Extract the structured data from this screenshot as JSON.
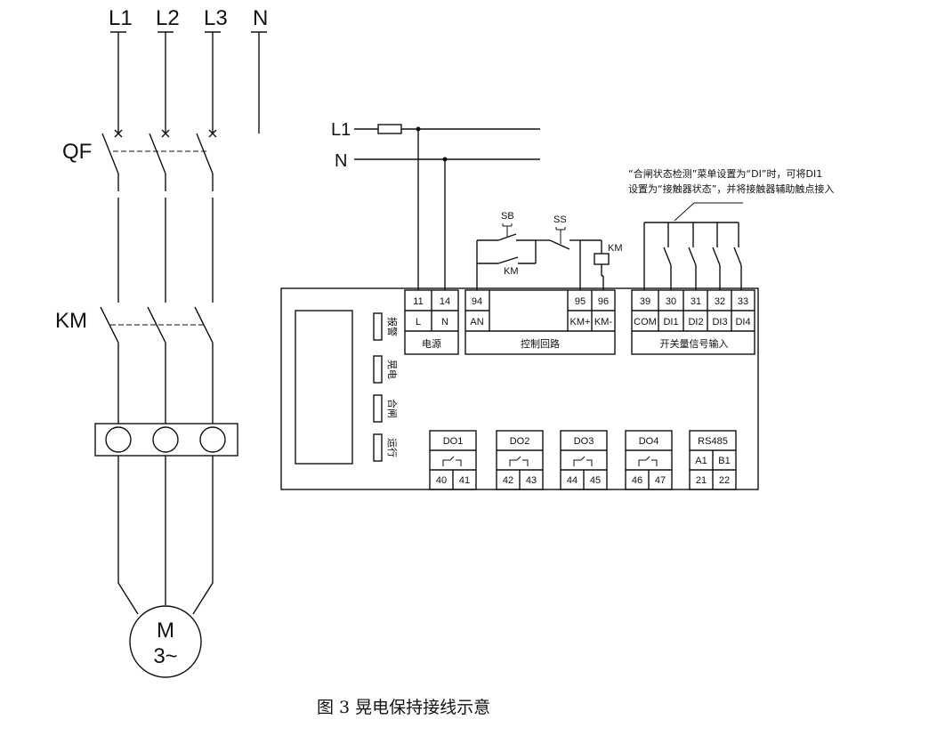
{
  "lines": {
    "l1": "L1",
    "l2": "L2",
    "l3": "L3",
    "n": "N"
  },
  "left": {
    "qf": "QF",
    "km": "KM",
    "motor_m": "M",
    "motor_phase": "3~"
  },
  "supply": {
    "l1": "L1",
    "n": "N"
  },
  "control": {
    "sb": "SB",
    "ss": "SS",
    "km_contact": "KM",
    "km_coil": "KM"
  },
  "note": {
    "line1": "“合闸状态检测”菜单设置为“DI”时，可将DI1",
    "line2": "设置为“接触器状态”，并将接触器辅助触点接入"
  },
  "indicators": [
    "报警",
    "晃电",
    "合闸",
    "运行"
  ],
  "power_block": {
    "terminals": [
      "11",
      "14"
    ],
    "names": [
      "L",
      "N"
    ],
    "label": "电源"
  },
  "control_block": {
    "terminals": [
      "94",
      "95",
      "96"
    ],
    "names": [
      "AN",
      "KM+",
      "KM-"
    ],
    "label": "控制回路"
  },
  "input_block": {
    "terminals": [
      "39",
      "30",
      "31",
      "32",
      "33"
    ],
    "names": [
      "COM",
      "DI1",
      "DI2",
      "DI3",
      "DI4"
    ],
    "label": "开关量信号输入"
  },
  "outputs": [
    {
      "label": "DO1",
      "terminals": [
        "40",
        "41"
      ]
    },
    {
      "label": "DO2",
      "terminals": [
        "42",
        "43"
      ]
    },
    {
      "label": "DO3",
      "terminals": [
        "44",
        "45"
      ]
    },
    {
      "label": "DO4",
      "terminals": [
        "46",
        "47"
      ]
    }
  ],
  "rs485": {
    "label": "RS485",
    "pins": [
      "A1",
      "B1"
    ],
    "terminals": [
      "21",
      "22"
    ]
  },
  "caption": "图 3  晃电保持接线示意",
  "colors": {
    "line": "#111111",
    "background": "#ffffff"
  }
}
